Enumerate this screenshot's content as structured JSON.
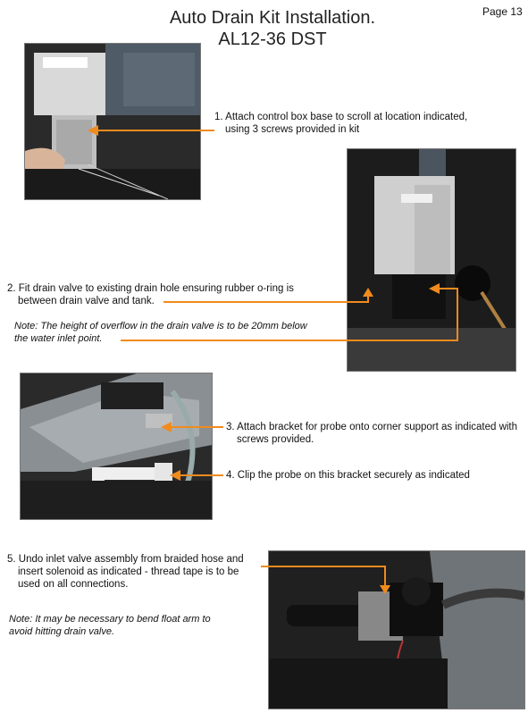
{
  "header": {
    "title_line1": "Auto Drain Kit Installation.",
    "title_line2": "AL12-36 DST",
    "page": "Page 13"
  },
  "steps": {
    "s1_line1": "1. Attach control box base to scroll at location indicated,",
    "s1_line2": "using 3 screws provided in kit",
    "s2_line1": "2. Fit drain valve to existing drain hole ensuring rubber o-ring is",
    "s2_line2": "between drain valve and tank.",
    "note2_line1": "Note: The height of overflow in the drain valve is to be 20mm below",
    "note2_line2": "the water inlet point.",
    "s3_line1": "3. Attach bracket for probe onto corner support as indicated with",
    "s3_line2": "screws provided.",
    "s4": "4. Clip the probe on this bracket securely as indicated",
    "s5_line1": "5. Undo inlet valve assembly from braided hose and",
    "s5_line2": "insert solenoid as indicated - thread tape is to be",
    "s5_line3": "used on all connections.",
    "note5_line1": "Note: It may be necessary to bend float arm to",
    "note5_line2": "avoid hitting drain valve."
  },
  "colors": {
    "accent": "#f08b1d"
  }
}
